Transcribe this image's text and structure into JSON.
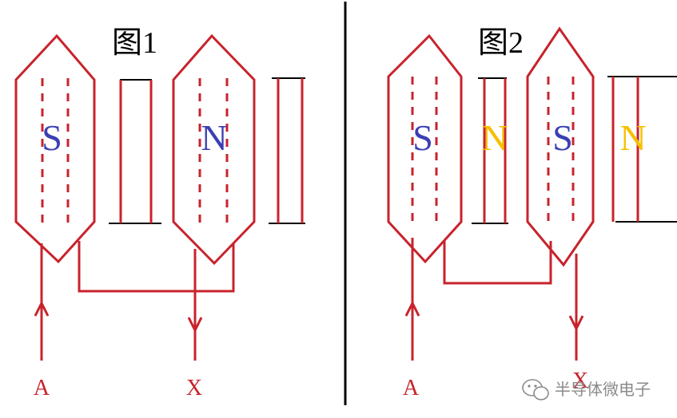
{
  "figure1": {
    "title": "图1",
    "pole_left": "S",
    "pole_right": "N",
    "terminal_a": "A",
    "terminal_x": "X"
  },
  "figure2": {
    "title": "图2",
    "pole_1": "S",
    "pole_2": "N",
    "pole_3": "S",
    "pole_4": "N",
    "terminal_a": "A",
    "terminal_x": "X"
  },
  "watermark": {
    "text": "半导体微电子"
  },
  "colors": {
    "line": "#c8232c",
    "south": "#3b3fb4",
    "north": "#f5c000",
    "divider": "#000000"
  }
}
